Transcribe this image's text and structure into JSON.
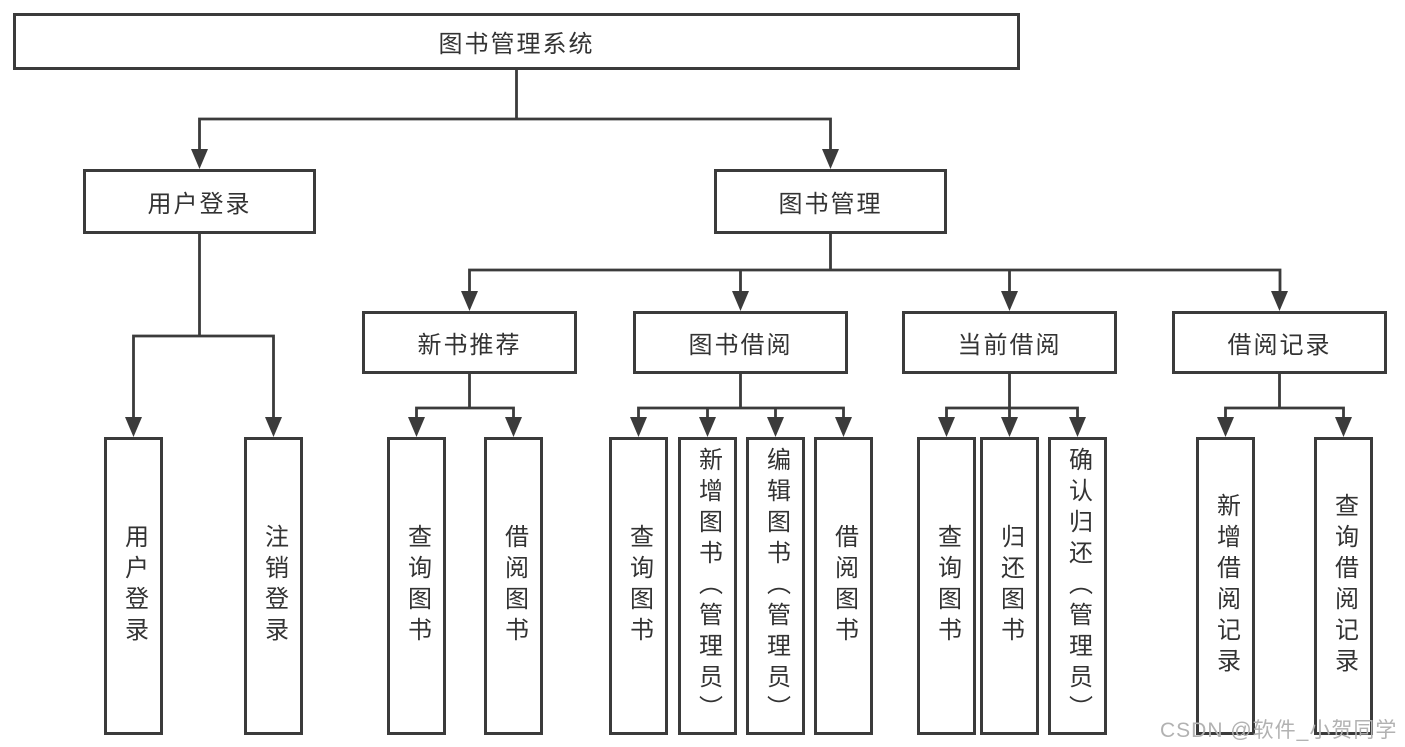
{
  "diagram": {
    "root": {
      "label": "图书管理系统"
    },
    "branches": [
      {
        "label": "用户登录",
        "children": [
          {
            "label": "用户登录"
          },
          {
            "label": "注销登录"
          }
        ]
      },
      {
        "label": "图书管理",
        "children": [
          {
            "label": "新书推荐",
            "children": [
              {
                "label": "查询图书"
              },
              {
                "label": "借阅图书"
              }
            ]
          },
          {
            "label": "图书借阅",
            "children": [
              {
                "label": "查询图书"
              },
              {
                "label": "新增图书（管理员）"
              },
              {
                "label": "编辑图书（管理员）"
              },
              {
                "label": "借阅图书"
              }
            ]
          },
          {
            "label": "当前借阅",
            "children": [
              {
                "label": "查询图书"
              },
              {
                "label": "归还图书"
              },
              {
                "label": "确认归还（管理员）"
              }
            ]
          },
          {
            "label": "借阅记录",
            "children": [
              {
                "label": "新增借阅记录"
              },
              {
                "label": "查询借阅记录"
              }
            ]
          }
        ]
      }
    ]
  },
  "watermark": {
    "text": "CSDN @软件_小贺同学"
  },
  "colors": {
    "line": "#3b3b3b",
    "box_border": "#3b3b3b",
    "label_text": "#333333",
    "watermark_text": "#b2b2b2",
    "background": "#ffffff"
  }
}
